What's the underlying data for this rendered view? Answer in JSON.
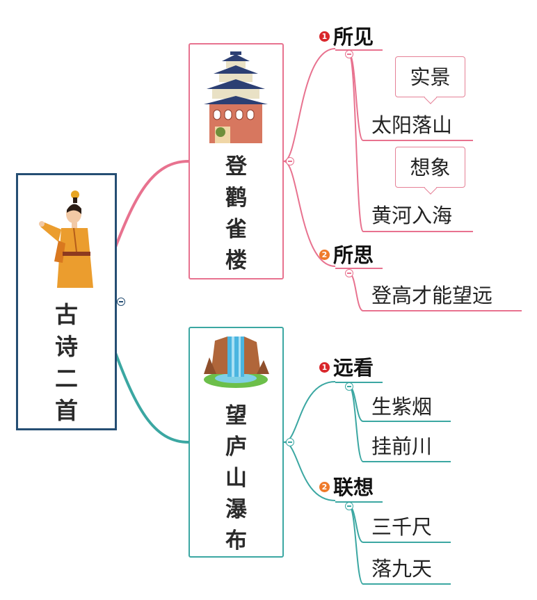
{
  "root": {
    "title_chars": [
      "古",
      "诗",
      "二",
      "首"
    ]
  },
  "poems": [
    {
      "title_chars": [
        "登",
        "鹳",
        "雀",
        "楼"
      ],
      "branches": [
        {
          "number": "1",
          "label": "所见",
          "items": [
            {
              "callout": "实景",
              "text": "太阳落山"
            },
            {
              "callout": "想象",
              "text": "黄河入海"
            }
          ]
        },
        {
          "number": "2",
          "label": "所思",
          "items": [
            {
              "text": "登高才能望远"
            }
          ]
        }
      ]
    },
    {
      "title_chars": [
        "望",
        "庐",
        "山",
        "瀑",
        "布"
      ],
      "branches": [
        {
          "number": "1",
          "label": "远看",
          "items": [
            {
              "text": "生紫烟"
            },
            {
              "text": "挂前川"
            }
          ]
        },
        {
          "number": "2",
          "label": "联想",
          "items": [
            {
              "text": "三千尺"
            },
            {
              "text": "落九天"
            }
          ]
        }
      ]
    }
  ],
  "colors": {
    "root": "#254e73",
    "poem1": "#e8728f",
    "poem2": "#3ba7a2",
    "badge1": "#d9262b",
    "badge2": "#ef7a2a"
  },
  "icons": [
    "scholar-figure-illustration",
    "pagoda-tower-illustration",
    "waterfall-illustration",
    "collapse-icon"
  ]
}
